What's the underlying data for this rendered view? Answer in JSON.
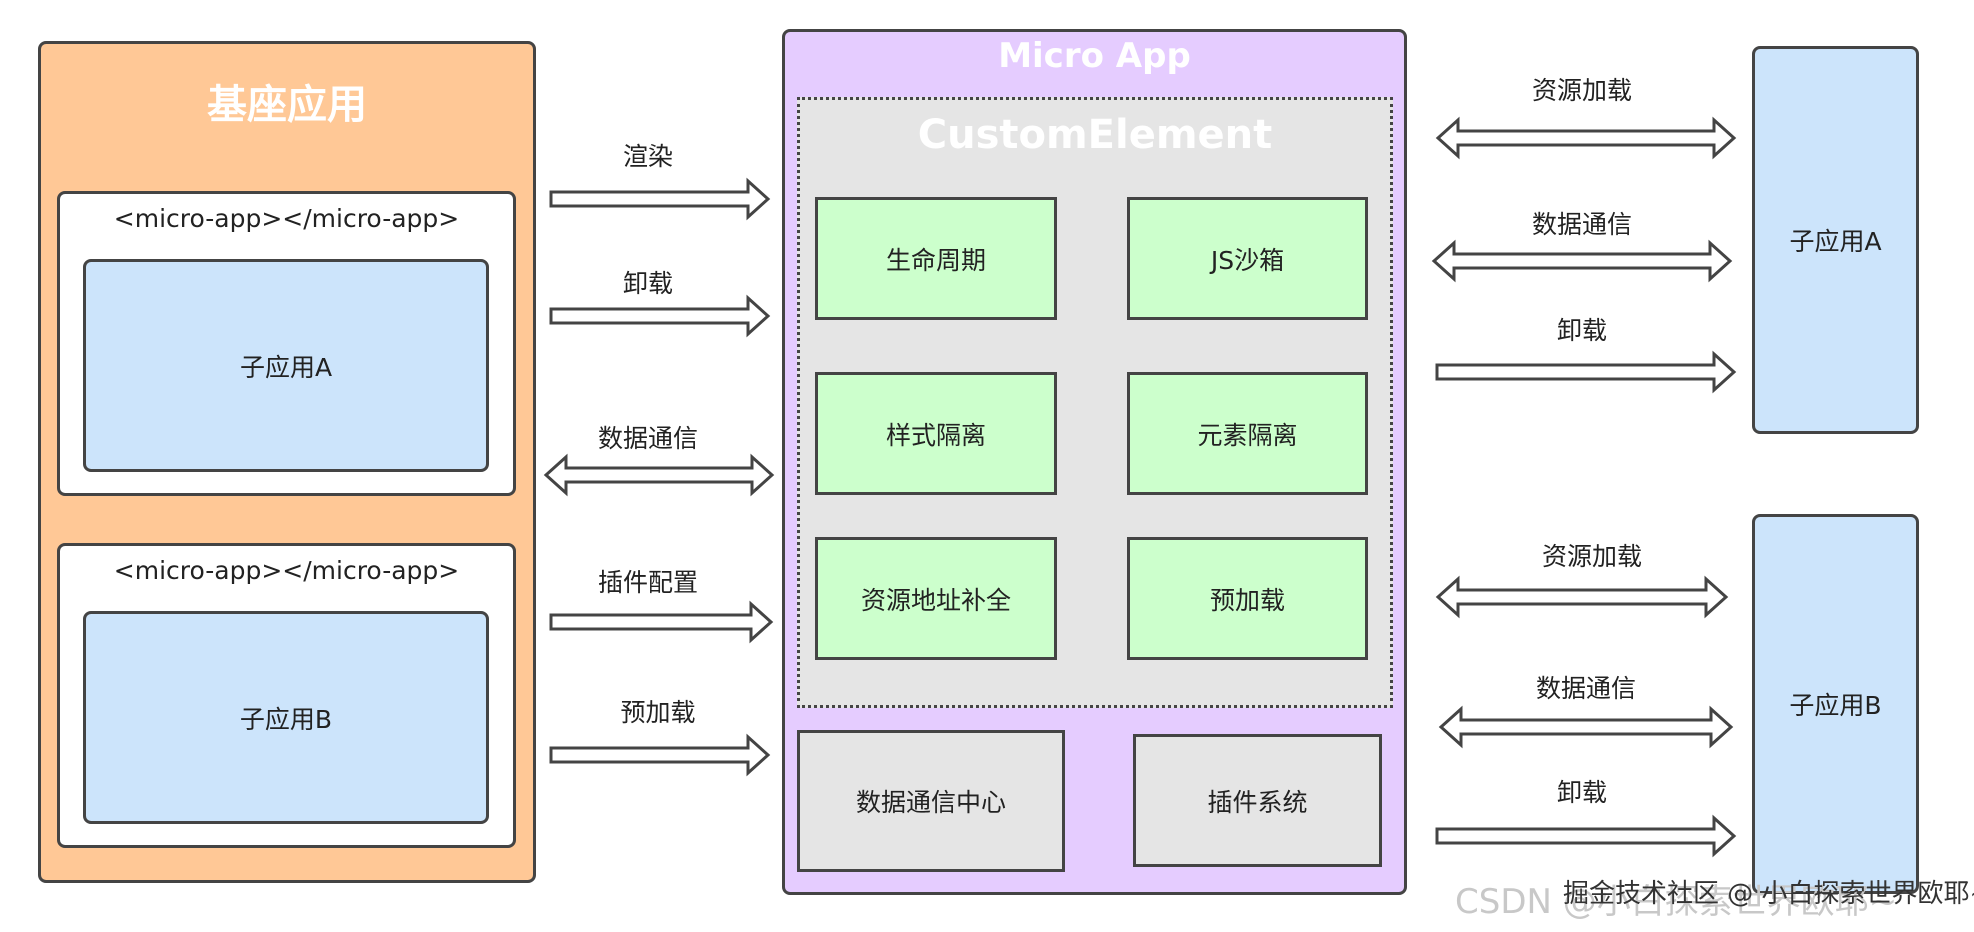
{
  "host": {
    "title": "基座应用",
    "slot_tag": "<micro-app></micro-app>",
    "sub_a": "子应用A",
    "sub_b": "子应用B"
  },
  "micro_app": {
    "title": "Micro App",
    "custom_element": {
      "title": "CustomElement",
      "features": [
        "生命周期",
        "JS沙箱",
        "样式隔离",
        "元素隔离",
        "资源地址补全",
        "预加载"
      ]
    },
    "bottom": [
      "数据通信中心",
      "插件系统"
    ]
  },
  "left_arrows": [
    "渲染",
    "卸载",
    "数据通信",
    "插件配置",
    "预加载"
  ],
  "right_arrows_a": [
    "资源加载",
    "数据通信",
    "卸载"
  ],
  "right_arrows_b": [
    "资源加载",
    "数据通信",
    "卸载"
  ],
  "right_apps": {
    "a": "子应用A",
    "b": "子应用B"
  },
  "watermark": {
    "csdn": "CSDN @小白探索世界欧耶~",
    "juejin": "掘金技术社区 @ 小白探索世界欧耶~"
  },
  "colors": {
    "host": "#ffc896",
    "subapp": "#cce4fb",
    "microapp": "#e5ccff",
    "feature": "#ccffcc",
    "gray": "#e5e5e5"
  }
}
